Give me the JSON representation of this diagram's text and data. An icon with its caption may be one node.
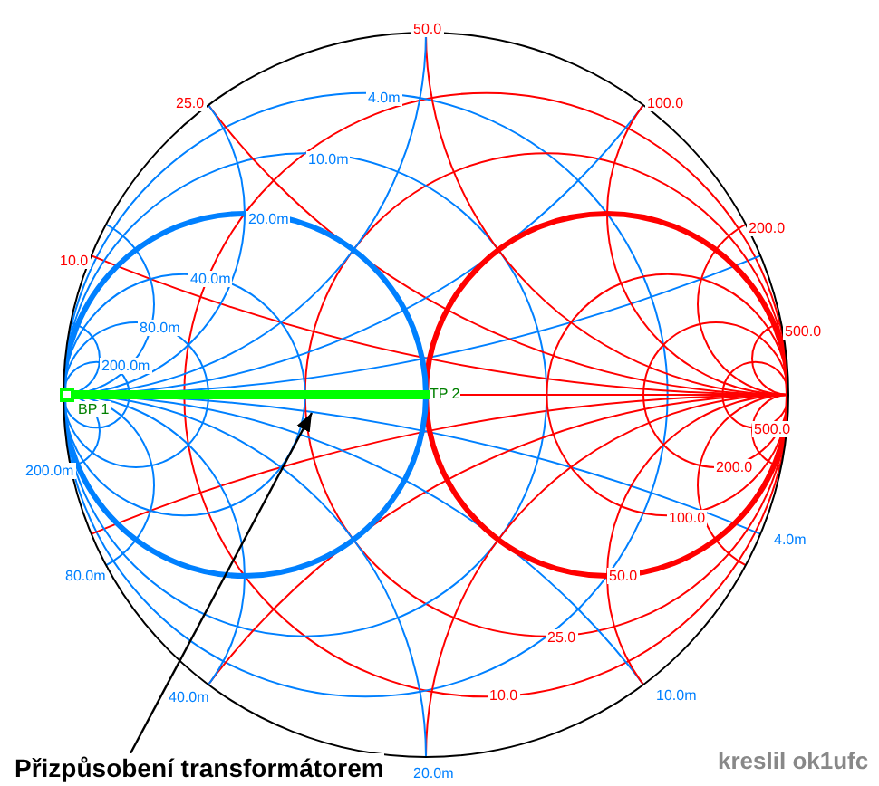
{
  "diagram": {
    "nodes": [
      {
        "text": [],
        "shape": "box",
        "beside": [
          "BP 1"
        ]
      },
      {
        "text": [
          "TP 2"
        ]
      },
      {
        "text": [
          "Přizpůsobení transformátorem"
        ]
      }
    ],
    "edges": [
      {
        "from": 0,
        "to": 1,
        "arrow": "none",
        "style": "thick",
        "color": "#00ff00"
      },
      {
        "from": 2,
        "to": null,
        "arrow": "to",
        "color": "#000000"
      }
    ],
    "labels": [
      "50.0",
      "4.0m",
      "25.0",
      "100.0",
      "10.0m",
      "20.0m",
      "200.0",
      "10.0",
      "40.0m",
      "80.0m",
      "500.0",
      "200.0m",
      "500.0",
      "200.0",
      "200.0m",
      "100.0",
      "4.0m",
      "80.0m",
      "50.0",
      "25.0",
      "40.0m",
      "10.0m",
      "10.0",
      "20.0m",
      "kreslil ok1ufc"
    ]
  }
}
